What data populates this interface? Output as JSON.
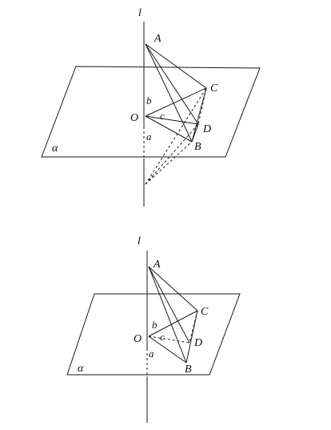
{
  "figures": [
    {
      "labels": {
        "l": "l",
        "A": "A",
        "C": "C",
        "O": "O",
        "D": "D",
        "B": "B",
        "b": "b",
        "c": "c",
        "a": "a",
        "alpha": "α"
      }
    },
    {
      "labels": {
        "l": "l",
        "A": "A",
        "C": "C",
        "O": "O",
        "D": "D",
        "B": "B",
        "b": "b",
        "c": "c",
        "a": "a",
        "alpha": "α"
      }
    }
  ]
}
